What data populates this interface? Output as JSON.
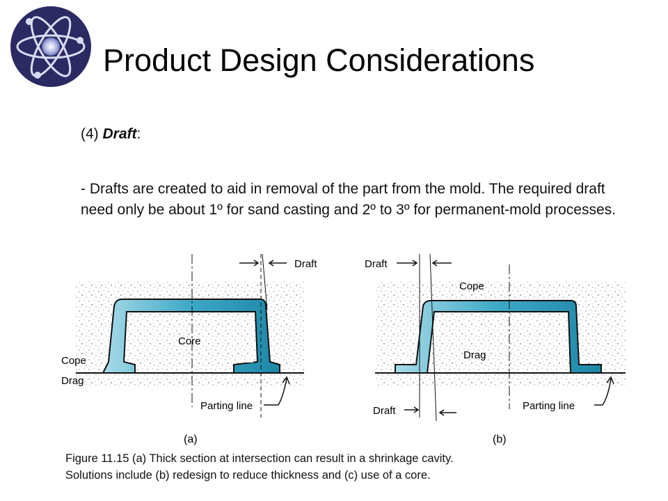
{
  "slide": {
    "title": "Product Design Considerations",
    "heading_number": "(4) ",
    "heading_term": "Draft",
    "heading_colon": ":",
    "body": "- Drafts are created to aid in removal of the part from the mold. The required draft need only be about 1º for sand casting and 2º to 3º for permanent-mold processes.",
    "caption_line1": "Figure 11.15 (a) Thick section at intersection can result in a shrinkage cavity.",
    "caption_line2": "Solutions include (b) redesign to reduce thickness and (c) use of a core."
  },
  "logo": {
    "icon": "atom-icon",
    "colors": {
      "ring": "#2b2a63",
      "orbit": "#d8dcf0",
      "nucleus": "#9aa3d4"
    }
  },
  "figure": {
    "panel_a": {
      "label": "(a)",
      "draft_label": "Draft",
      "core_label": "Core",
      "cope_label": "Cope",
      "drag_label": "Drag",
      "parting_line_label": "Parting line"
    },
    "panel_b": {
      "label": "(b)",
      "draft_top_label": "Draft",
      "draft_bottom_label": "Draft",
      "cope_label": "Cope",
      "drag_label": "Drag",
      "parting_line_label": "Parting line"
    },
    "colors": {
      "casting": "#3da8c6",
      "casting_light": "#a8dbe8",
      "sand": "#cfcfcf",
      "line": "#111111"
    }
  }
}
